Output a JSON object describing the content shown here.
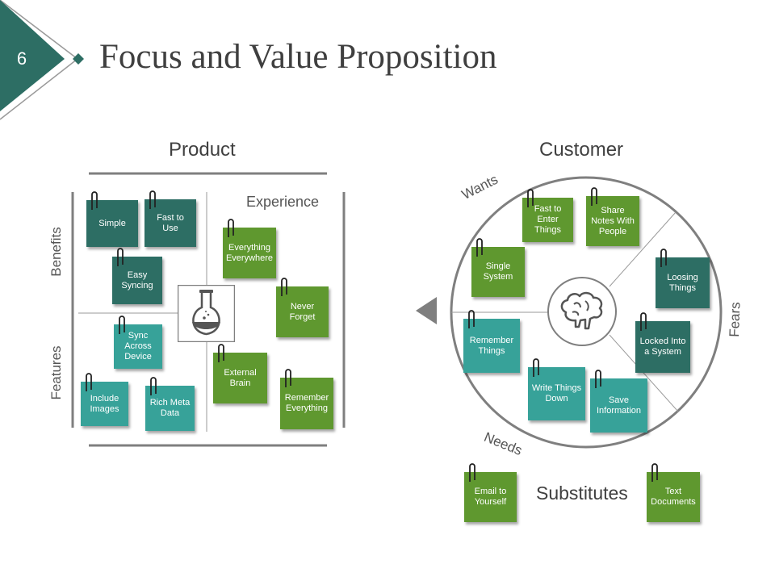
{
  "slide": {
    "number": "6",
    "title": "Focus and Value Proposition"
  },
  "product": {
    "heading": "Product",
    "experience_label": "Experience",
    "benefits_label": "Benefits",
    "features_label": "Features",
    "notes": {
      "simple": "Simple",
      "fast_to_use": "Fast to\nUse",
      "easy_syncing": "Easy\nSyncing",
      "everything_everywhere": "Everything\nEverywhere",
      "never_forget": "Never\nForget",
      "sync_across_device": "Sync\nAcross\nDevice",
      "include_images": "Include\nImages",
      "rich_meta_data": "Rich Meta\nData",
      "external_brain": "External\nBrain",
      "remember_everything": "Remember\nEverything"
    }
  },
  "customer": {
    "heading": "Customer",
    "wants_label": "Wants",
    "fears_label": "Fears",
    "needs_label": "Needs",
    "notes": {
      "fast_to_enter_things": "Fast to\nEnter\nThings",
      "share_notes_with_people": "Share\nNotes With\nPeople",
      "single_system": "Single\nSystem",
      "loosing_things": "Loosing\nThings",
      "locked_into_a_system": "Locked Into\na System",
      "remember_things": "Remember\nThings",
      "write_things_down": "Write Things\nDown",
      "save_information": "Save\nInformation"
    }
  },
  "substitutes": {
    "label": "Substitutes",
    "notes": {
      "email_to_yourself": "Email to\nYourself",
      "text_documents": "Text\nDocuments"
    }
  },
  "colors": {
    "dark_teal": "#2d6e64",
    "teal": "#37a299",
    "green": "#5f982f",
    "line_gray": "#7f7f7f"
  }
}
